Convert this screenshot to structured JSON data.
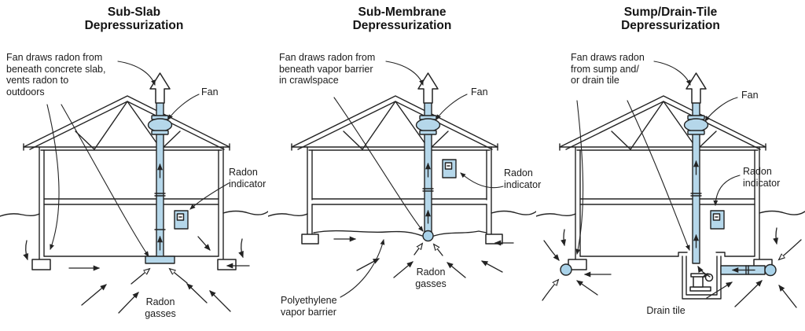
{
  "diagram": {
    "panels": [
      {
        "title": "Sub-Slab\nDepressurization",
        "callout": "Fan draws radon from\nbeneath concrete slab,\nvents radon to\noutdoors",
        "fan": "Fan",
        "indicator": "Radon\nindicator",
        "gasses": "Radon\ngasses"
      },
      {
        "title": "Sub-Membrane\nDepressurization",
        "callout": "Fan draws radon from\nbeneath vapor barrier\nin crawlspace",
        "fan": "Fan",
        "indicator": "Radon\nindicator",
        "gasses": "Radon\ngasses",
        "barrier": "Polyethylene\nvapor barrier"
      },
      {
        "title": "Sump/Drain-Tile\nDepressurization",
        "callout": "Fan draws radon\nfrom sump and/\nor drain tile",
        "fan": "Fan",
        "indicator": "Radon\nindicator",
        "drain": "Drain tile"
      }
    ],
    "colors": {
      "pipe_fill": "#b5d7ea",
      "accent_fill": "#a9d2e9",
      "line": "#232323"
    }
  }
}
